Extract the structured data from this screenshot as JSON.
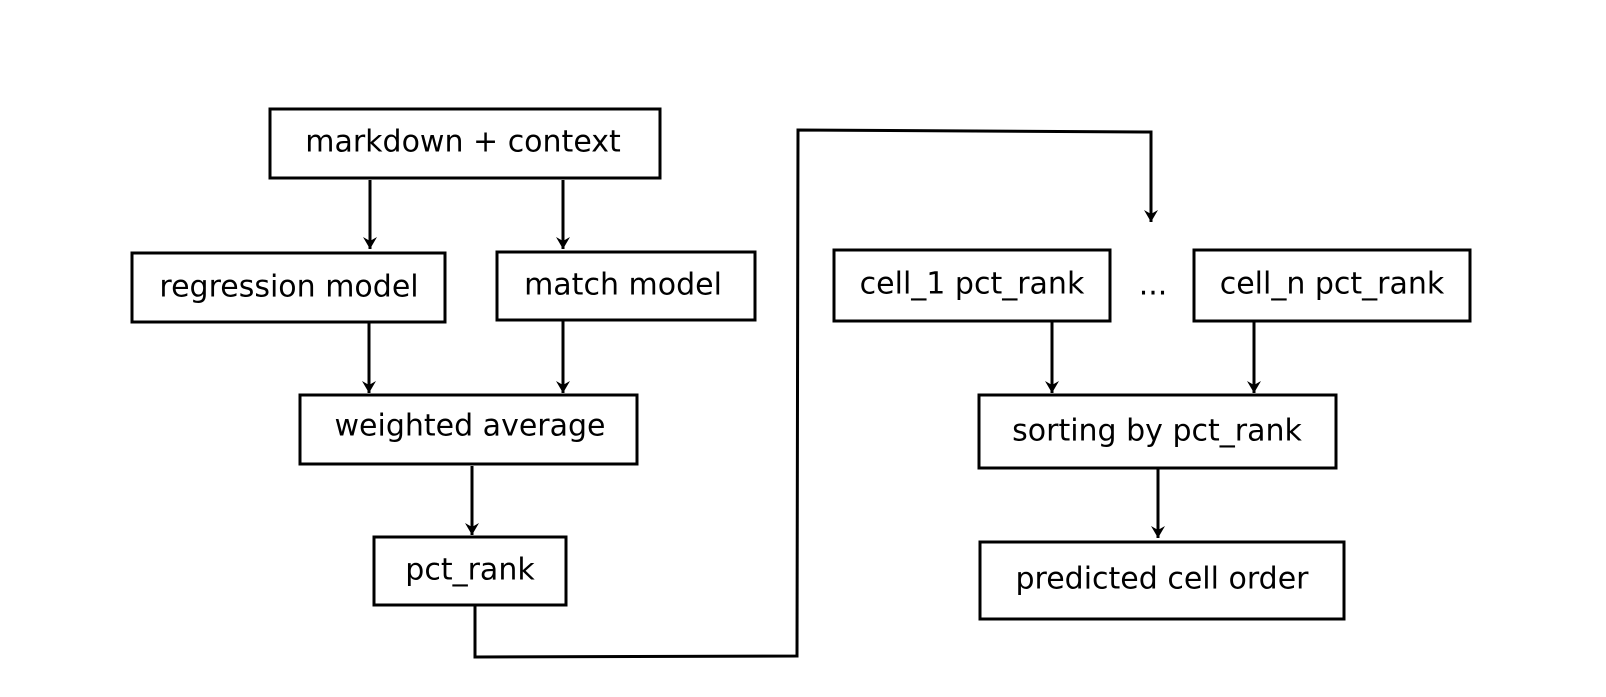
{
  "diagram": {
    "nodes": {
      "input": "markdown + context",
      "regression": "regression model",
      "match": "match model",
      "weighted": "weighted average",
      "pct_rank": "pct_rank",
      "cell_1": "cell_1 pct_rank",
      "ellipsis": "...",
      "cell_n": "cell_n pct_rank",
      "sorting": "sorting by pct_rank",
      "output": "predicted cell order"
    },
    "edges": [
      {
        "from": "input",
        "to": "regression"
      },
      {
        "from": "input",
        "to": "match"
      },
      {
        "from": "regression",
        "to": "weighted"
      },
      {
        "from": "match",
        "to": "weighted"
      },
      {
        "from": "weighted",
        "to": "pct_rank"
      },
      {
        "from": "pct_rank",
        "to": "ellipsis"
      },
      {
        "from": "cell_1",
        "to": "sorting"
      },
      {
        "from": "cell_n",
        "to": "sorting"
      },
      {
        "from": "sorting",
        "to": "output"
      }
    ],
    "colors": {
      "stroke": "#000000",
      "background": "#ffffff"
    }
  }
}
